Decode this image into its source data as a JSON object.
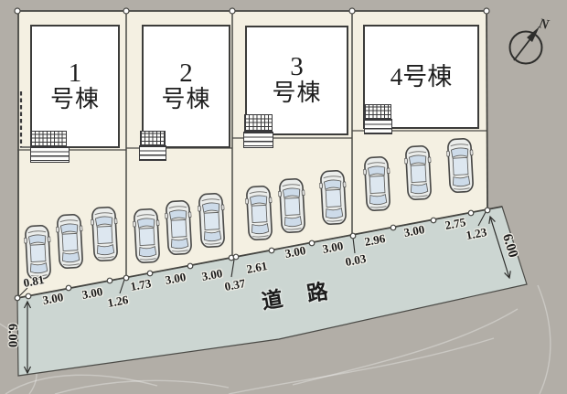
{
  "site_plan": {
    "buildings": [
      {
        "line1": "1",
        "line2": "号棟"
      },
      {
        "line1": "2",
        "line2": "号棟"
      },
      {
        "line1": "3",
        "line2": "号棟"
      },
      {
        "line1": "4号棟",
        "line2": ""
      }
    ],
    "road_label": "道路",
    "compass_label": "N",
    "dimensions": {
      "left_depth": "6.00",
      "right_depth": "6.00",
      "frontage": [
        "0.81",
        "3.00",
        "3.00",
        "1.26",
        "1.73",
        "3.00",
        "3.00",
        "0.37",
        "2.61",
        "3.00",
        "3.00",
        "0.03",
        "2.96",
        "3.00",
        "2.75",
        "1.23"
      ]
    },
    "colors": {
      "background": "#b2aea7",
      "lot": "#f4f0e2",
      "road": "#ccd6d2",
      "building_fill": "#ffffff",
      "line": "#3c3c3a",
      "car_window": "#cddbe9"
    }
  }
}
